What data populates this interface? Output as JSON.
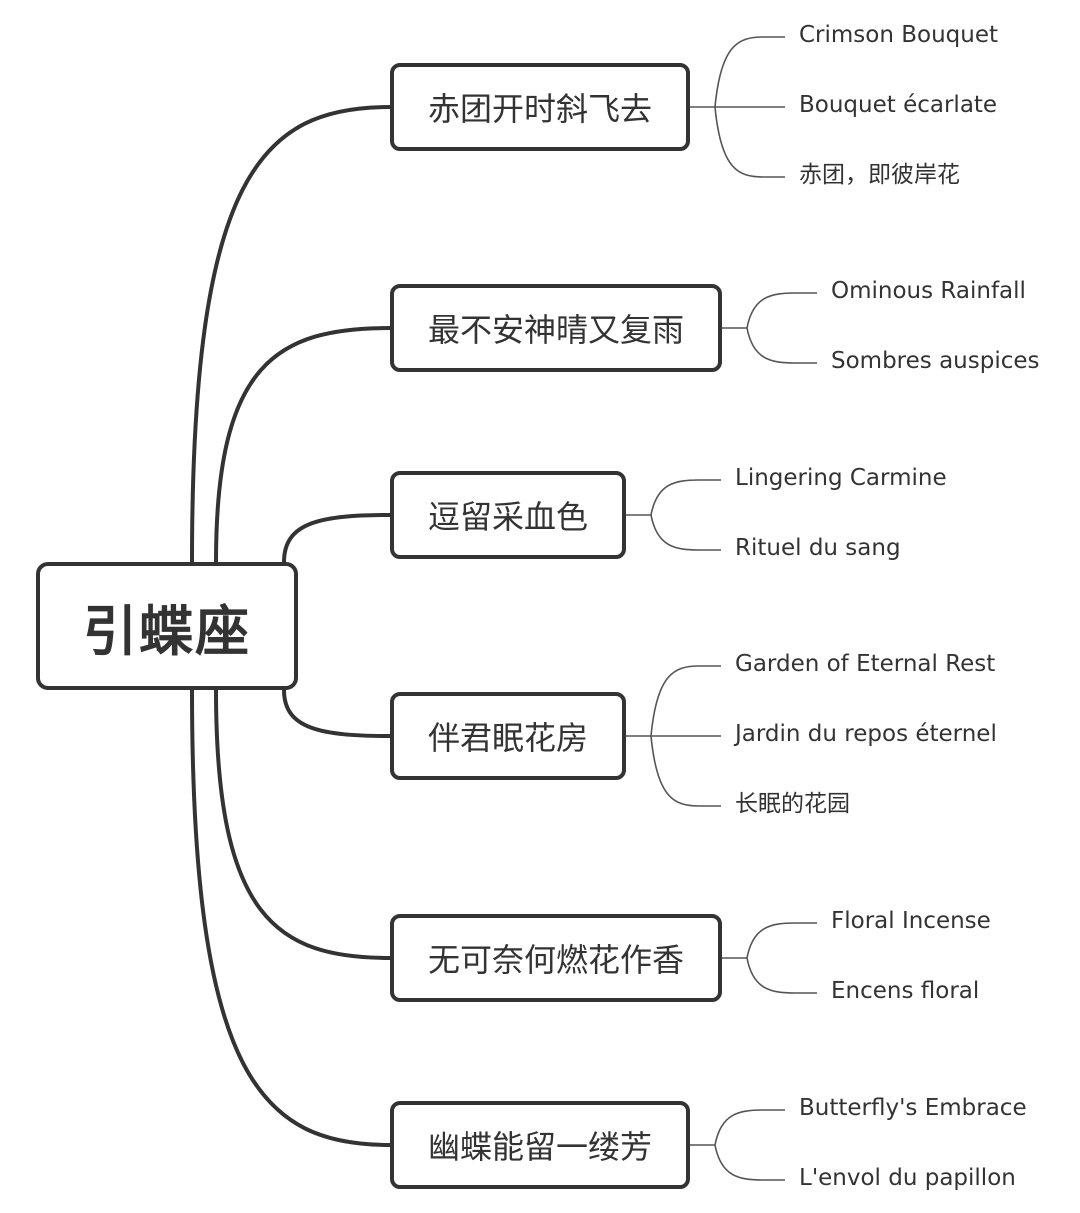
{
  "root": {
    "label": "引蝶座"
  },
  "branches": [
    {
      "label": "赤团开时斜飞去",
      "leaves": [
        "Crimson Bouquet",
        "Bouquet écarlate",
        "赤团，即彼岸花"
      ]
    },
    {
      "label": "最不安神晴又复雨",
      "leaves": [
        "Ominous Rainfall",
        "Sombres auspices"
      ]
    },
    {
      "label": "逗留采血色",
      "leaves": [
        "Lingering Carmine",
        "Rituel du sang"
      ]
    },
    {
      "label": "伴君眠花房",
      "leaves": [
        "Garden of Eternal Rest",
        "Jardin du repos éternel",
        "长眠的花园"
      ]
    },
    {
      "label": "无可奈何燃花作香",
      "leaves": [
        "Floral Incense",
        "Encens floral"
      ]
    },
    {
      "label": "幽蝶能留一缕芳",
      "leaves": [
        "Butterfly's Embrace",
        "L'envol du papillon"
      ]
    }
  ],
  "colors": {
    "line": "#333333",
    "thin_line": "#555555",
    "text": "#333333",
    "background": "#ffffff"
  }
}
